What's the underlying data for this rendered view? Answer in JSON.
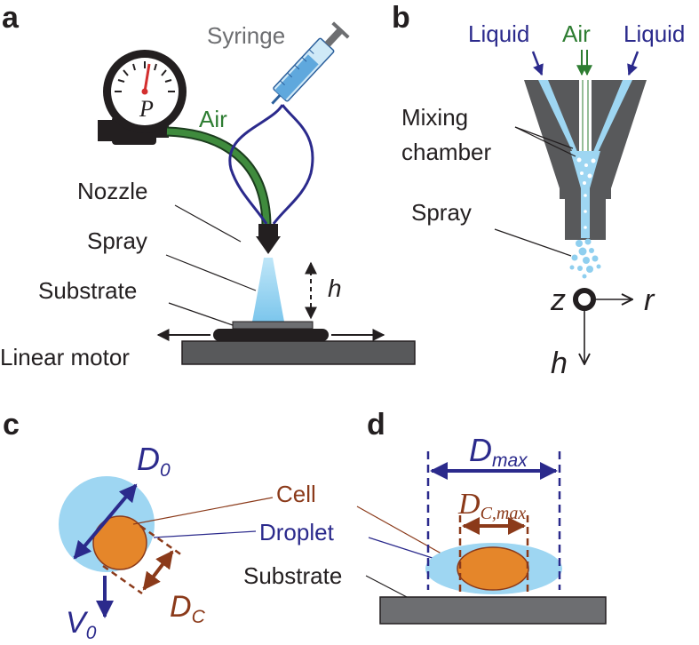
{
  "colors": {
    "ink": "#231f20",
    "air_green": "#2e7d32",
    "liquid_blue": "#2b2a8c",
    "cell_orange": "#e5862a",
    "cell_brown": "#8b3a1a",
    "droplet_blue": "#9ed6f2",
    "gray_gray": "#6d6e71",
    "gray_dark": "#58595b"
  },
  "panels": {
    "a": "a",
    "b": "b",
    "c": "c",
    "d": "d"
  },
  "panel_a": {
    "gauge_symbol": "P",
    "air": "Air",
    "syringe": "Syringe",
    "nozzle": "Nozzle",
    "spray": "Spray",
    "substrate": "Substrate",
    "height_symbol": "h",
    "linear_motor": "Linear motor"
  },
  "panel_b": {
    "liquid_left": "Liquid",
    "air": "Air",
    "liquid_right": "Liquid",
    "mixing_chamber_line1": "Mixing",
    "mixing_chamber_line2": "chamber",
    "spray": "Spray",
    "axis_z": "z",
    "axis_r": "r",
    "axis_h": "h"
  },
  "panel_c": {
    "d0_main": "D",
    "d0_sub": "0",
    "v0_main": "V",
    "v0_sub": "0",
    "dc_main": "D",
    "dc_sub": "C",
    "cell": "Cell",
    "droplet": "Droplet"
  },
  "panel_d": {
    "dmax_main": "D",
    "dmax_sub": "max",
    "dcmax_main": "D",
    "dcmax_sub": "C,max",
    "substrate": "Substrate"
  }
}
